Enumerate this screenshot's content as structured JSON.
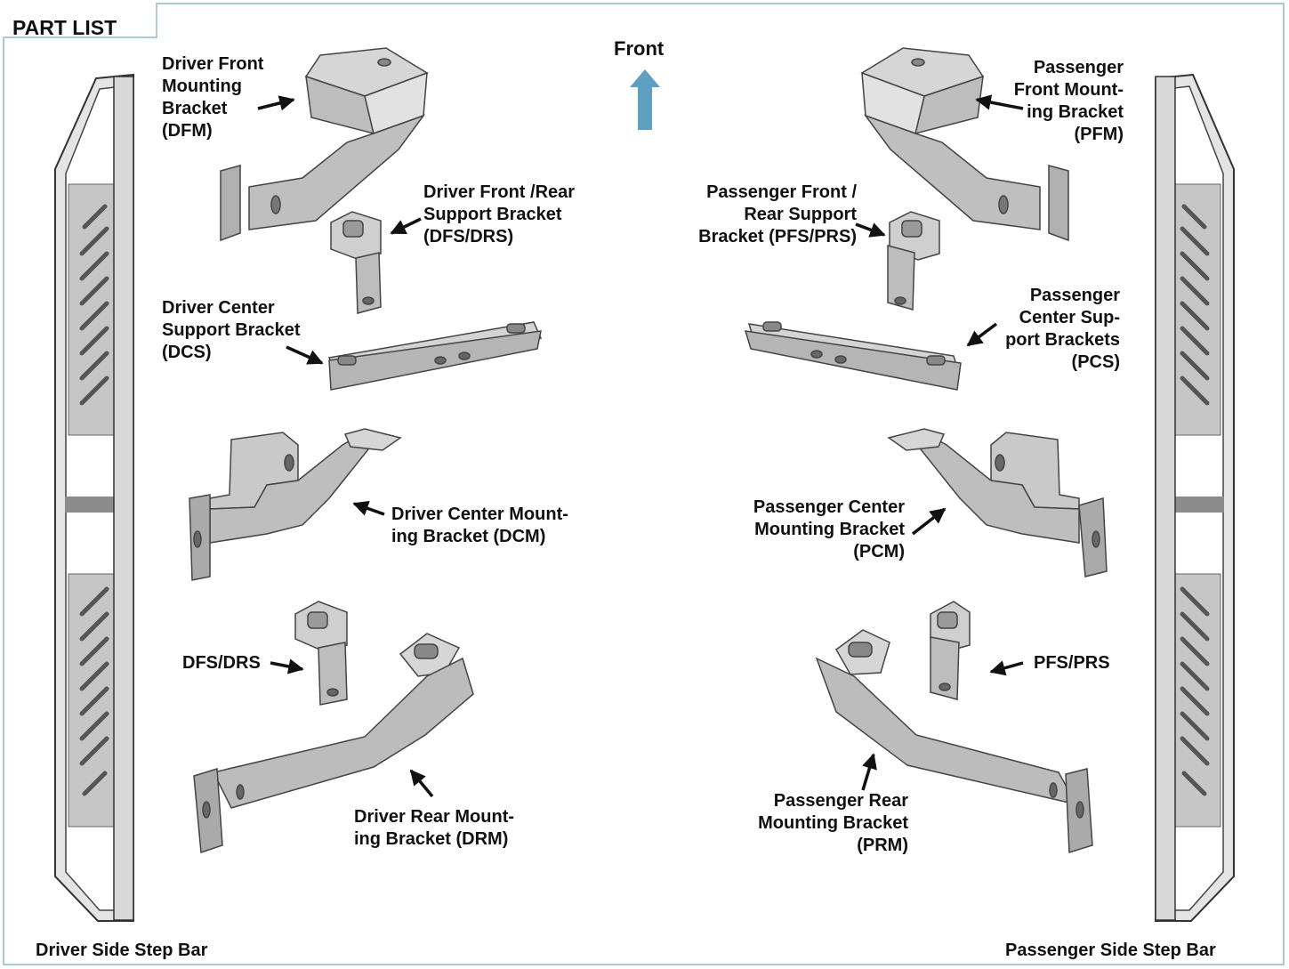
{
  "title": "PART LIST",
  "front_label": "Front",
  "labels": {
    "dfm": [
      "Driver Front",
      "Mounting",
      "Bracket",
      "(DFM)"
    ],
    "dfs": [
      "Driver Front /Rear",
      "Support Bracket",
      "(DFS/DRS)"
    ],
    "dcs": [
      "Driver Center",
      "Support Bracket",
      "(DCS)"
    ],
    "dcm": [
      "Driver Center Mount-",
      "ing Bracket (DCM)"
    ],
    "dfs2": "DFS/DRS",
    "drm": [
      "Driver Rear Mount-",
      "ing Bracket (DRM)"
    ],
    "pfm": [
      "Passenger",
      "Front Mount-",
      "ing Bracket",
      "(PFM)"
    ],
    "pfs": [
      "Passenger Front /",
      "Rear Support",
      "Bracket (PFS/PRS)"
    ],
    "pcs": [
      "Passenger",
      "Center Sup-",
      "port Brackets",
      "(PCS)"
    ],
    "pcm": [
      "Passenger Center",
      "Mounting Bracket",
      "(PCM)"
    ],
    "pfs2": "PFS/PRS",
    "prm": [
      "Passenger Rear",
      "Mounting Bracket",
      "(PRM)"
    ]
  },
  "driver_bar_label": "Driver Side Step Bar",
  "passenger_bar_label": "Passenger Side Step Bar",
  "colors": {
    "frame": "#a9c9d4",
    "arrow": "#5e9fc2",
    "part_fill": "#c9c9c9",
    "part_dark": "#8c8c8c"
  }
}
